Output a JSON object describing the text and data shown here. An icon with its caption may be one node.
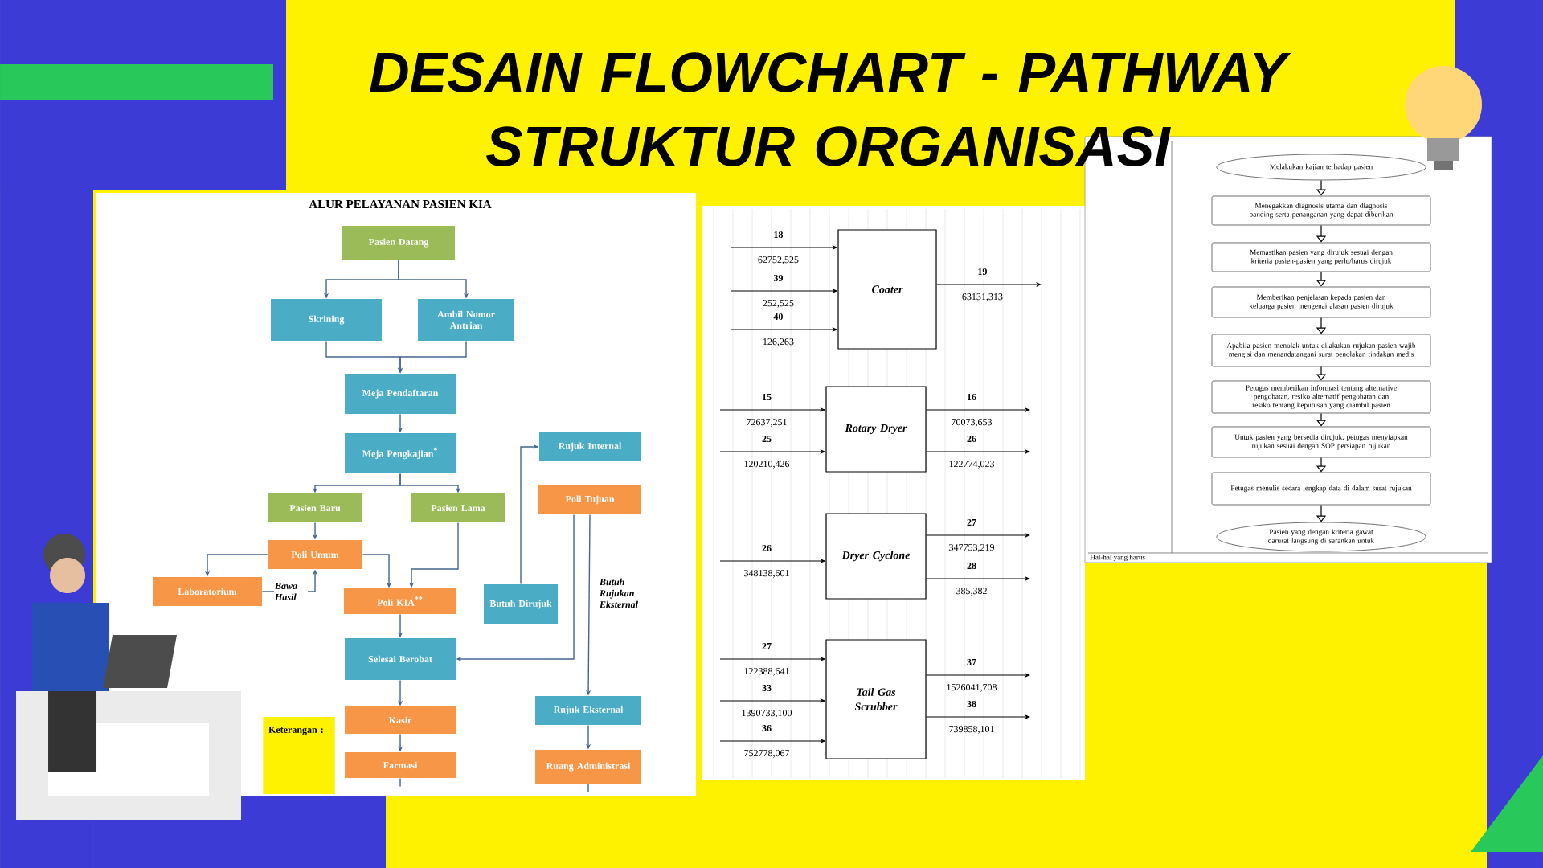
{
  "diagram": {
    "title": "DESAIN FLOWCHART - PATHWAY STRUKTUR ORGANISASI",
    "nodes": [
      {
        "text": [
          "Pasien Datang"
        ]
      },
      {
        "text": [
          "Skrining"
        ]
      },
      {
        "text": [
          "Ambil Nomor Antrian"
        ]
      },
      {
        "text": [
          "Meja Pendaftaran"
        ]
      },
      {
        "text": [
          "Meja Pengkajian$^{*}$"
        ]
      },
      {
        "text": [
          "Pasien Baru"
        ]
      },
      {
        "text": [
          "Pasien Lama"
        ]
      },
      {
        "text": [
          "Poli Umum"
        ]
      },
      {
        "text": [
          "Laboratorium"
        ]
      },
      {
        "text": [
          "Poli KIA$^{**}$"
        ]
      },
      {
        "text": [
          "Selesai Berobat"
        ]
      },
      {
        "text": [
          "Kasir"
        ]
      },
      {
        "text": [
          "Farmasi"
        ]
      },
      {
        "text": [
          "Rujuk Internal"
        ]
      },
      {
        "text": [
          "Poli Tujuan"
        ]
      },
      {
        "text": [
          "Butuh Dirujuk"
        ]
      },
      {
        "text": [
          "Rujuk Eksternal"
        ]
      },
      {
        "text": [
          "Ruang Administrasi"
        ]
      },
      {
        "text": [
          "Keterangan :"
        ]
      },
      {
        "text": [
          "Coater"
        ]
      },
      {
        "text": [
          "Rotary Dryer"
        ]
      },
      {
        "text": [
          "Dryer Cyclone"
        ]
      },
      {
        "text": [
          "Tail Gas Scrubber"
        ]
      },
      {
        "text": [
          "Melakukan kajian terhadap pasien"
        ]
      },
      {
        "text": [
          "Menegakkan diagnosis utama dan diagnosis banding serta penanganan yang dapat diberikan"
        ]
      },
      {
        "text": [
          "Memastikan pasien yang dirujuk sesuai dengan kriteria pasien-pasien yang perlu/harus dirujuk"
        ]
      },
      {
        "text": [
          "Memberikan penjelasan kepada pasien dan keluarga pasien mengenai alasan pasien dirujuk"
        ]
      },
      {
        "text": [
          "Apabila pasien menolak untuk dilakukan rujukan pasien wajib mengisi dan menandatangani surat penolakan tindakan medis"
        ]
      },
      {
        "text": [
          "Petugas memberikan informasi tentang alternative pengobatan, resiko alternatif pengobatan dan resiko tentang keputusan yang diambil pasien"
        ]
      },
      {
        "text": [
          "Untuk pasien yang bersedia dirujuk, petugas menyiapkan rujukan sesuai dengan SOP persiapan rujukan"
        ]
      },
      {
        "text": [
          "Petugas menulis secara lengkap data di dalam surat rujukan"
        ]
      },
      {
        "text": [
          "Pasien yang dengan kriteria gawat darurat langsung di sarankan untuk"
        ]
      }
    ],
    "edges": [
      {
        "from": 0,
        "to": 1,
        "arrow": "to",
        "color": "#46648c"
      },
      {
        "from": 0,
        "to": 2,
        "arrow": "to",
        "color": "#46648c"
      },
      {
        "from": 1,
        "to": 3,
        "arrow": "to",
        "color": "#46648c"
      },
      {
        "from": 2,
        "to": 3,
        "arrow": "to",
        "color": "#46648c"
      },
      {
        "from": 3,
        "to": 4,
        "arrow": "to",
        "color": "#46648c"
      },
      {
        "from": 4,
        "to": 5,
        "arrow": "to",
        "color": "#46648c"
      },
      {
        "from": 4,
        "to": 6,
        "arrow": "to",
        "color": "#46648c"
      },
      {
        "from": 5,
        "to": 7,
        "arrow": "to",
        "color": "#46648c"
      },
      {
        "from": 7,
        "to": 8,
        "arrow": "to",
        "color": "#46648c"
      },
      {
        "from": 8,
        "to": 7,
        "arrow": "to",
        "label": "Bawa Hasil",
        "color": "#46648c"
      },
      {
        "from": 7,
        "to": 9,
        "arrow": "to",
        "color": "#46648c"
      },
      {
        "from": 6,
        "to": 9,
        "arrow": "to",
        "color": "#46648c"
      },
      {
        "from": 9,
        "to": 10,
        "arrow": "to",
        "color": "#46648c"
      },
      {
        "from": 14,
        "to": 10,
        "arrow": "to",
        "color": "#46648c"
      },
      {
        "from": 15,
        "to": 13,
        "arrow": "to",
        "color": "#46648c"
      },
      {
        "from": 14,
        "to": 16,
        "arrow": "to",
        "label": "Butuh Rujukan Eksternal",
        "color": "#46648c"
      },
      {
        "from": 10,
        "to": 11,
        "arrow": "to",
        "color": "#46648c"
      },
      {
        "from": 11,
        "to": 12,
        "arrow": "to",
        "color": "#46648c"
      },
      {
        "from": 16,
        "to": 17,
        "arrow": "to",
        "color": "#46648c"
      },
      {
        "from": 12,
        "to": null,
        "arrow": "none",
        "color": "#46648c"
      },
      {
        "from": 17,
        "to": null,
        "arrow": "none",
        "color": "#46648c"
      },
      {
        "from": null,
        "to": 19,
        "arrow": "to",
        "label": "18"
      },
      {
        "from": null,
        "to": 19,
        "arrow": "to",
        "label": "39"
      },
      {
        "from": null,
        "to": 19,
        "arrow": "to",
        "label": "40"
      },
      {
        "from": 19,
        "to": null,
        "arrow": "to",
        "label": "19"
      },
      {
        "from": null,
        "to": 20,
        "arrow": "to",
        "label": "15"
      },
      {
        "from": null,
        "to": 20,
        "arrow": "to",
        "label": "25"
      },
      {
        "from": 20,
        "to": null,
        "arrow": "to",
        "label": "16"
      },
      {
        "from": 20,
        "to": null,
        "arrow": "to",
        "label": "26"
      },
      {
        "from": null,
        "to": 21,
        "arrow": "to",
        "label": "26"
      },
      {
        "from": 21,
        "to": null,
        "arrow": "to",
        "label": "27"
      },
      {
        "from": 21,
        "to": null,
        "arrow": "to",
        "label": "28"
      },
      {
        "from": null,
        "to": 22,
        "arrow": "to",
        "label": "27"
      },
      {
        "from": null,
        "to": 22,
        "arrow": "to",
        "label": "33"
      },
      {
        "from": null,
        "to": 22,
        "arrow": "to",
        "label": "36"
      },
      {
        "from": 22,
        "to": null,
        "arrow": "to",
        "label": "37"
      },
      {
        "from": 22,
        "to": null,
        "arrow": "to",
        "label": "38"
      },
      {
        "from": 23,
        "to": 24,
        "arrow": "to"
      },
      {
        "from": 24,
        "to": 25,
        "arrow": "to"
      },
      {
        "from": 25,
        "to": 26,
        "arrow": "to"
      },
      {
        "from": 26,
        "to": 27,
        "arrow": "to"
      },
      {
        "from": 27,
        "to": 28,
        "arrow": "to"
      },
      {
        "from": 28,
        "to": 29,
        "arrow": "to"
      },
      {
        "from": 29,
        "to": 30,
        "arrow": "to"
      },
      {
        "from": 30,
        "to": 31,
        "arrow": "to"
      }
    ],
    "labels": [
      "ALUR PELAYANAN PASIEN KIA",
      "62752,525",
      "252,525",
      "126,263",
      "63131,313",
      "72637,251",
      "120210,426",
      "70073,653",
      "122774,023",
      "348138,601",
      "347753,219",
      "385,382",
      "122388,641",
      "1390733,100",
      "752778,067",
      "1526041,708",
      "739858,101",
      "Hal-hal yang harus"
    ]
  }
}
